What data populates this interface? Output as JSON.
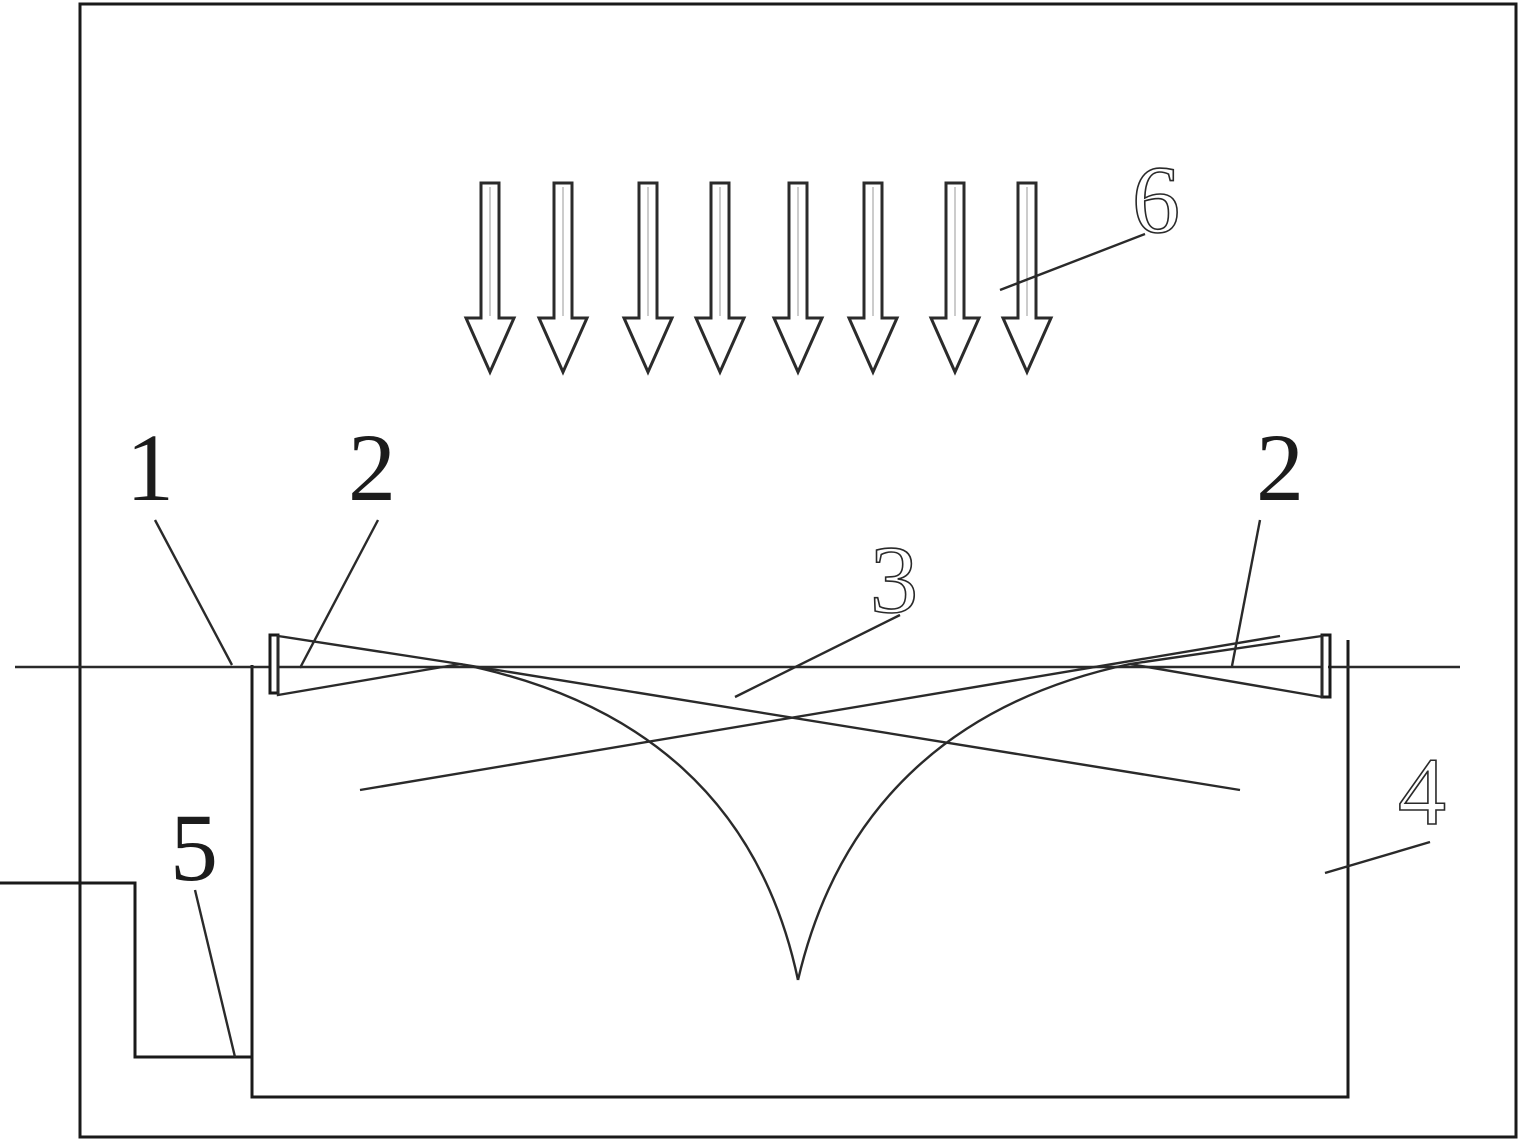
{
  "labels": {
    "l1": "1",
    "l2_left": "2",
    "l2_right": "2",
    "l3": "3",
    "l4": "4",
    "l5": "5",
    "l6": "6"
  },
  "arrows": {
    "count": 8,
    "direction": "down"
  },
  "colors": {
    "line": "#1a1a1a",
    "background": "#ffffff"
  }
}
